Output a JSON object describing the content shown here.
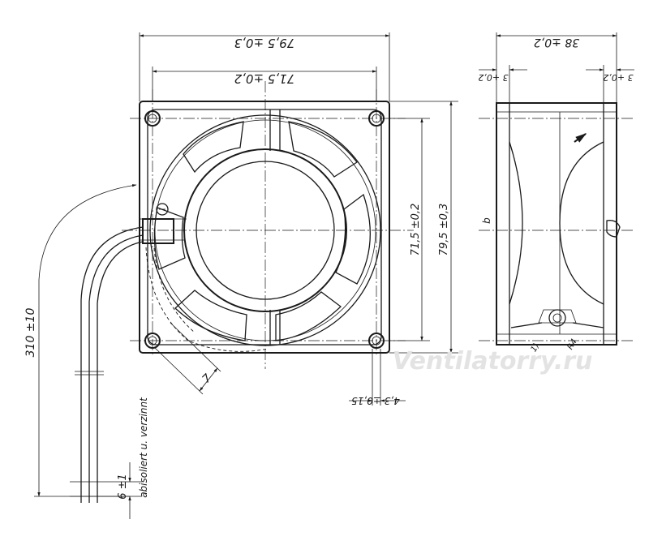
{
  "front_view": {
    "dim_outer_width": "79,5 ±0,3",
    "dim_hole_spacing_h": "71,5 ±0,2",
    "dim_hole_spacing_v": "71,5 ±0,2",
    "dim_outer_height": "79,5 ±0,3",
    "dim_hole_diameter": "4,3 ±0,15",
    "dim_lead_exit": "7",
    "dim_cable_length": "310 ±10",
    "dim_stripped_length": "6 ±1",
    "note_stripped": "abisoliert u. verzinnt"
  },
  "side_view": {
    "dim_depth": "38 ±0,2",
    "dim_flange_left": "3 +0,2",
    "dim_flange_right": "3 +0,2",
    "label_b": "b",
    "label_1": "1)",
    "label_r": "R4"
  },
  "watermark": "Ventilatorry.ru"
}
